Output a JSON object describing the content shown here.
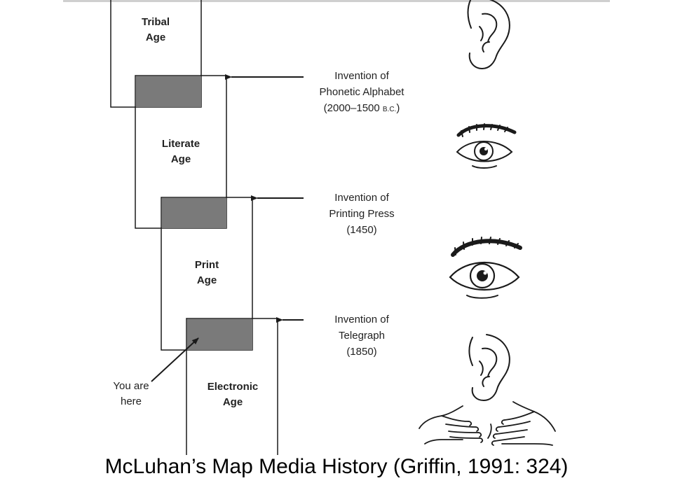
{
  "ages": [
    {
      "line1": "Tribal",
      "line2": "Age"
    },
    {
      "line1": "Literate",
      "line2": "Age"
    },
    {
      "line1": "Print",
      "line2": "Age"
    },
    {
      "line1": "Electronic",
      "line2": "Age"
    }
  ],
  "events": [
    {
      "line1": "Invention of",
      "line2": "Phonetic Alphabet",
      "line3_main": "(2000–1500 ",
      "line3_small": "B.C.",
      "line3_end": ")"
    },
    {
      "line1": "Invention of",
      "line2": "Printing Press",
      "line3": "(1450)"
    },
    {
      "line1": "Invention of",
      "line2": "Telegraph",
      "line3": "(1850)"
    }
  ],
  "you_are_here": {
    "line1": "You are",
    "line2": "here"
  },
  "caption": "McLuhan’s Map Media History (Griffin, 1991: 324)",
  "colors": {
    "shade": "#7a7a7a",
    "line": "#1a1a1a",
    "text": "#222222"
  },
  "icons": [
    "ear-icon",
    "eye-icon",
    "eye-icon",
    "ear-icon",
    "hands-icon"
  ]
}
